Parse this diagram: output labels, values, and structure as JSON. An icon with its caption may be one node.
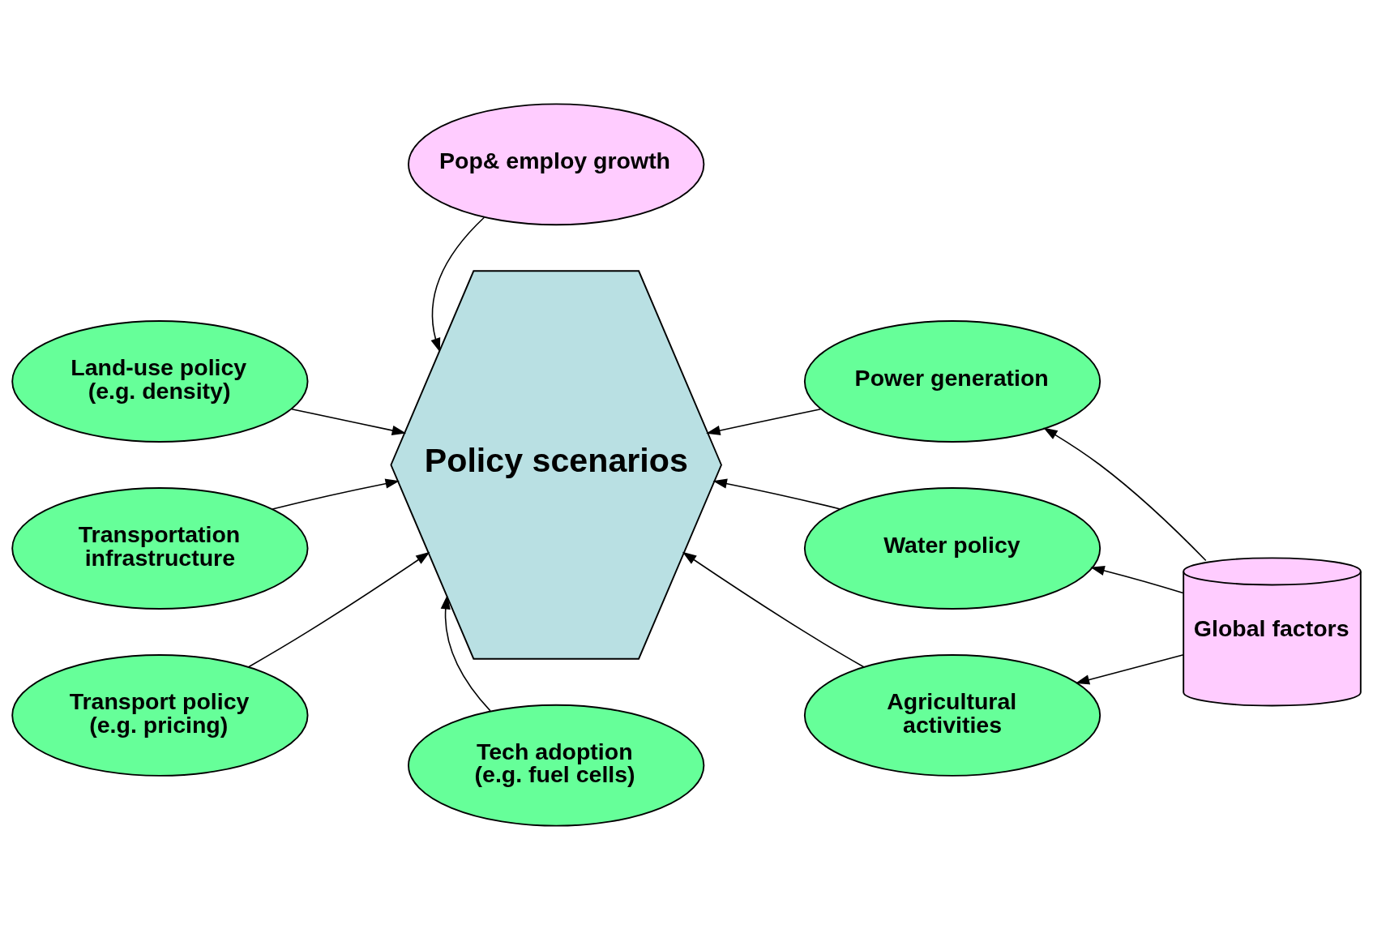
{
  "diagram": {
    "nodes": [
      {
        "text": [
          "Pop& employ growth"
        ]
      },
      {
        "text": [
          "Land-use policy (e.g. density)"
        ]
      },
      {
        "text": [
          "Power generation"
        ]
      },
      {
        "text": [
          "Transportation infrastructure"
        ]
      },
      {
        "text": [
          "Policy scenarios"
        ]
      },
      {
        "text": [
          "Water policy"
        ]
      },
      {
        "text": [
          "Global factors"
        ]
      },
      {
        "text": [
          "Transport policy (e.g. pricing)"
        ]
      },
      {
        "text": [
          "Agricultural activities"
        ]
      },
      {
        "text": [
          "Tech adoption (e.g. fuel cells)"
        ]
      }
    ],
    "edges": [
      {
        "from": 0,
        "to": 4,
        "arrow": "to"
      },
      {
        "from": 1,
        "to": 4,
        "arrow": "to"
      },
      {
        "from": 2,
        "to": 4,
        "arrow": "to"
      },
      {
        "from": 3,
        "to": 4,
        "arrow": "to"
      },
      {
        "from": 5,
        "to": 4,
        "arrow": "to"
      },
      {
        "from": 7,
        "to": 4,
        "arrow": "to"
      },
      {
        "from": 8,
        "to": 4,
        "arrow": "to"
      },
      {
        "from": 9,
        "to": 4,
        "arrow": "to"
      },
      {
        "from": 6,
        "to": 2,
        "arrow": "to"
      },
      {
        "from": 6,
        "to": 5,
        "arrow": "to"
      },
      {
        "from": 6,
        "to": 8,
        "arrow": "to"
      }
    ]
  }
}
